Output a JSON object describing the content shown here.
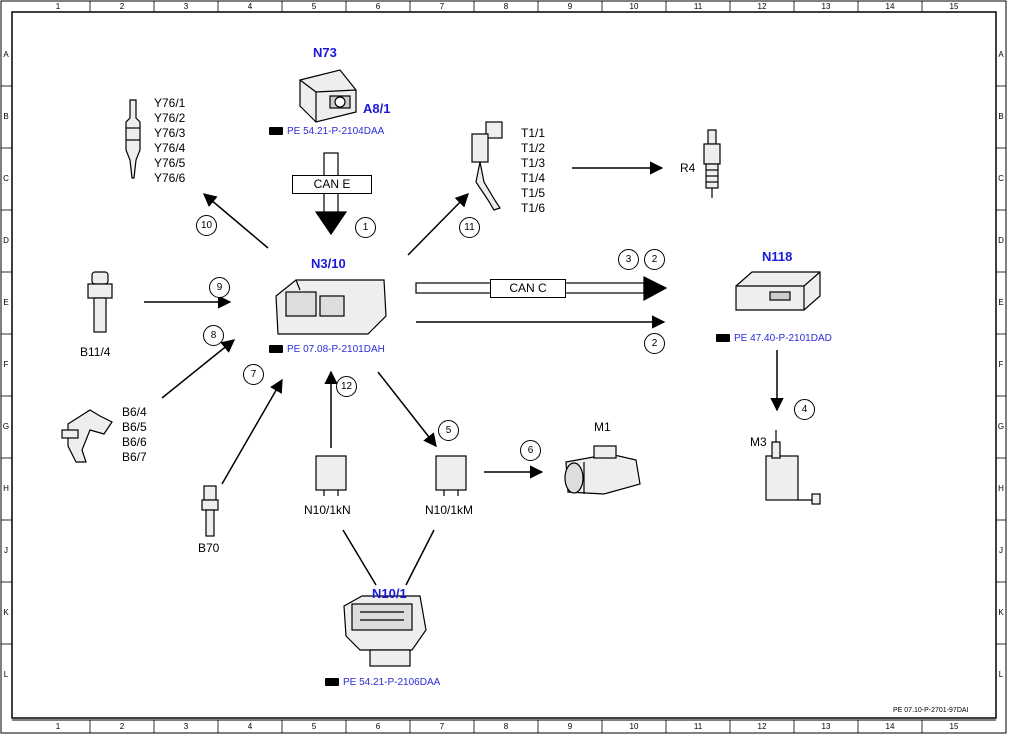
{
  "grid": {
    "columns": [
      "1",
      "2",
      "3",
      "4",
      "5",
      "6",
      "7",
      "8",
      "9",
      "10",
      "11",
      "12",
      "13",
      "14",
      "15"
    ],
    "rows": [
      "A",
      "B",
      "C",
      "D",
      "E",
      "F",
      "G",
      "H",
      "J",
      "K",
      "L"
    ]
  },
  "components": {
    "n73": {
      "name": "N73"
    },
    "a8_1": {
      "name": "A8/1"
    },
    "n73_ref": {
      "text": "PE 54.21-P-2104DAA"
    },
    "y76": {
      "lines": [
        "Y76/1",
        "Y76/2",
        "Y76/3",
        "Y76/4",
        "Y76/5",
        "Y76/6"
      ]
    },
    "t1": {
      "lines": [
        "T1/1",
        "T1/2",
        "T1/3",
        "T1/4",
        "T1/5",
        "T1/6"
      ]
    },
    "r4": {
      "name": "R4"
    },
    "n3_10": {
      "name": "N3/10",
      "ref": "PE 07.08-P-2101DAH"
    },
    "n118": {
      "name": "N118",
      "ref": "PE 47.40-P-2101DAD"
    },
    "b11_4": {
      "name": "B11/4"
    },
    "b6": {
      "lines": [
        "B6/4",
        "B6/5",
        "B6/6",
        "B6/7"
      ]
    },
    "b70": {
      "name": "B70"
    },
    "n10_1kn": {
      "name": "N10/1kN"
    },
    "n10_1km": {
      "name": "N10/1kM"
    },
    "m1": {
      "name": "M1"
    },
    "m3": {
      "name": "M3"
    },
    "n10_1": {
      "name": "N10/1",
      "ref": "PE 54.21-P-2106DAA"
    }
  },
  "bus": {
    "can_e": "CAN E",
    "can_c": "CAN C"
  },
  "markers": {
    "m1": "1",
    "m2a": "2",
    "m2b": "2",
    "m3": "3",
    "m4": "4",
    "m5": "5",
    "m6": "6",
    "m7": "7",
    "m8": "8",
    "m9": "9",
    "m10": "10",
    "m11": "11",
    "m12": "12"
  },
  "document_id": "PE 07.10-P-2701-97DAI",
  "colors": {
    "label_blue": "#1a1ad6",
    "ref_blue": "#2b2bd8",
    "line": "#000000"
  }
}
